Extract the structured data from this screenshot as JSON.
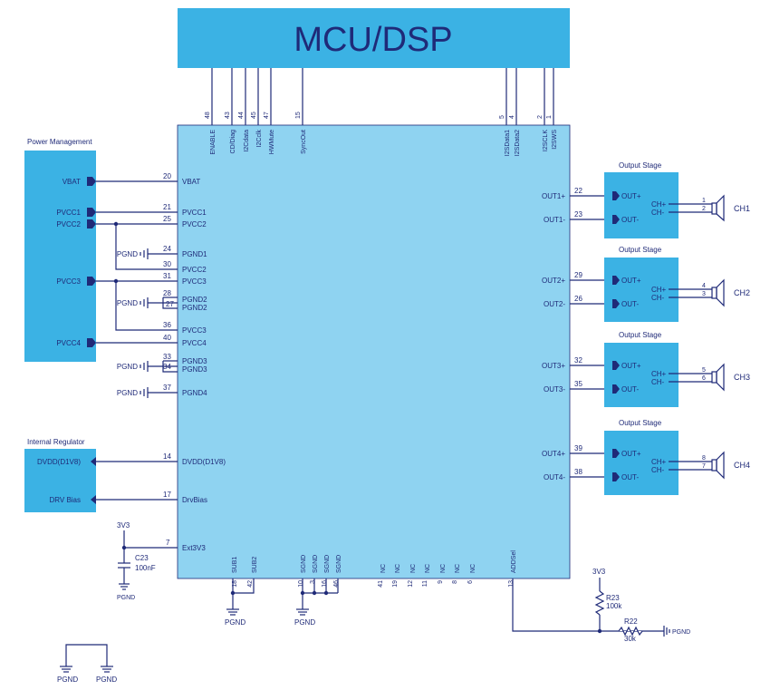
{
  "mcu": {
    "label": "MCU/DSP"
  },
  "top_pins": [
    {
      "num": "48",
      "name": "ENABLE"
    },
    {
      "num": "43",
      "name": "CD/Diag"
    },
    {
      "num": "44",
      "name": "I2Cdata"
    },
    {
      "num": "45",
      "name": "I2Cclk"
    },
    {
      "num": "47",
      "name": "HWMute"
    },
    {
      "num": "15",
      "name": "SyncOut"
    },
    {
      "num": "5",
      "name": "I2SData1"
    },
    {
      "num": "4",
      "name": "I2SData2"
    },
    {
      "num": "2",
      "name": "I2SCLK"
    },
    {
      "num": "1",
      "name": "I2SWS"
    }
  ],
  "power_management": {
    "title": "Power Management",
    "ports": [
      "VBAT",
      "PVCC1",
      "PVCC2",
      "PVCC3",
      "PVCC4"
    ]
  },
  "internal_regulator": {
    "title": "Internal Regulator",
    "ports": [
      "DVDD(D1V8)",
      "DRV Bias"
    ]
  },
  "left_pins": [
    {
      "num": "20",
      "name": "VBAT"
    },
    {
      "num": "21",
      "name": "PVCC1"
    },
    {
      "num": "25",
      "name": "PVCC2"
    },
    {
      "num": "24",
      "name": "PGND1"
    },
    {
      "num": "30",
      "name": "PVCC2"
    },
    {
      "num": "31",
      "name": "PVCC3"
    },
    {
      "num": "28",
      "name": "PGND2"
    },
    {
      "num": "27",
      "name": "PGND2"
    },
    {
      "num": "36",
      "name": "PVCC3"
    },
    {
      "num": "40",
      "name": "PVCC4"
    },
    {
      "num": "33",
      "name": "PGND3"
    },
    {
      "num": "34",
      "name": "PGND3"
    },
    {
      "num": "37",
      "name": "PGND4"
    },
    {
      "num": "14",
      "name": "DVDD(D1V8)"
    },
    {
      "num": "17",
      "name": "DrvBias"
    },
    {
      "num": "7",
      "name": "Ext3V3"
    }
  ],
  "right_pins": [
    {
      "num": "22",
      "name": "OUT1+"
    },
    {
      "num": "23",
      "name": "OUT1-"
    },
    {
      "num": "29",
      "name": "OUT2+"
    },
    {
      "num": "26",
      "name": "OUT2-"
    },
    {
      "num": "32",
      "name": "OUT3+"
    },
    {
      "num": "35",
      "name": "OUT3-"
    },
    {
      "num": "39",
      "name": "OUT4+"
    },
    {
      "num": "38",
      "name": "OUT4-"
    }
  ],
  "bottom_pins": [
    {
      "num": "18",
      "name": "SUB1"
    },
    {
      "num": "42",
      "name": "SUB2"
    },
    {
      "num": "10",
      "name": "SGND"
    },
    {
      "num": "3",
      "name": "SGND"
    },
    {
      "num": "16",
      "name": "SGND"
    },
    {
      "num": "46",
      "name": "SGND"
    },
    {
      "num": "41",
      "name": "NC"
    },
    {
      "num": "19",
      "name": "NC"
    },
    {
      "num": "12",
      "name": "NC"
    },
    {
      "num": "11",
      "name": "NC"
    },
    {
      "num": "9",
      "name": "NC"
    },
    {
      "num": "8",
      "name": "NC"
    },
    {
      "num": "6",
      "name": "NC"
    },
    {
      "num": "13",
      "name": "ADDSel"
    }
  ],
  "output_stages": [
    {
      "title": "Output Stage",
      "in_plus": "OUT+",
      "in_minus": "OUT-",
      "ch_plus": "CH+",
      "ch_minus": "CH-",
      "pin_a": "1",
      "pin_b": "2",
      "speaker": "CH1"
    },
    {
      "title": "Output Stage",
      "in_plus": "OUT+",
      "in_minus": "OUT-",
      "ch_plus": "CH+",
      "ch_minus": "CH-",
      "pin_a": "4",
      "pin_b": "3",
      "speaker": "CH2"
    },
    {
      "title": "Output Stage",
      "in_plus": "OUT+",
      "in_minus": "OUT-",
      "ch_plus": "CH+",
      "ch_minus": "CH-",
      "pin_a": "5",
      "pin_b": "6",
      "speaker": "CH3"
    },
    {
      "title": "Output Stage",
      "in_plus": "OUT+",
      "in_minus": "OUT-",
      "ch_plus": "CH+",
      "ch_minus": "CH-",
      "pin_a": "8",
      "pin_b": "7",
      "speaker": "CH4"
    }
  ],
  "labels": {
    "pgnd": "PGND",
    "rail_3v3": "3V3",
    "c23_ref": "C23",
    "c23_val": "100nF",
    "r23_ref": "R23",
    "r23_val": "100k",
    "r22_ref": "R22",
    "r22_val": "30k",
    "rail_3v3_b": "3V3"
  },
  "colors": {
    "block": "#3bb2e4",
    "ic": "#8fd3f1",
    "wire": "#1f2a78"
  }
}
